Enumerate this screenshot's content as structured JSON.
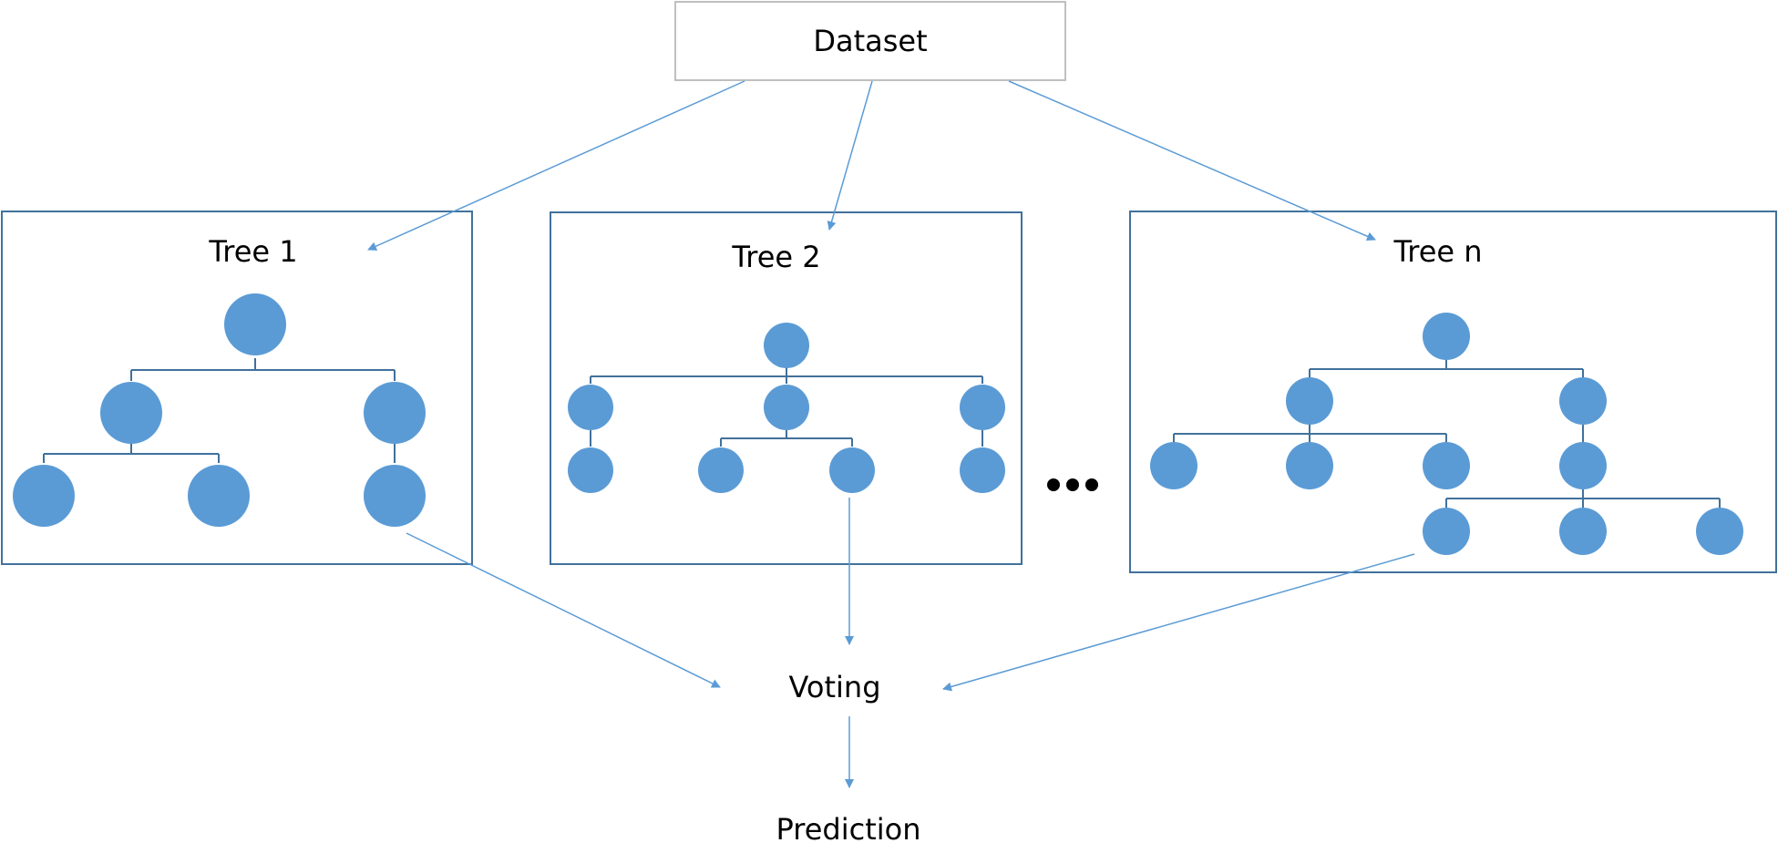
{
  "dataset": {
    "label": "Dataset"
  },
  "trees": [
    {
      "label": "Tree 1"
    },
    {
      "label": "Tree 2"
    },
    {
      "label": "Tree n"
    }
  ],
  "ellipsis": "...",
  "voting": {
    "label": "Voting"
  },
  "prediction": {
    "label": "Prediction"
  },
  "colors": {
    "node": "#5b9bd5",
    "tree_border": "#41719c",
    "arrow": "#5b9bd5",
    "dataset_border": "#bfbfbf"
  }
}
